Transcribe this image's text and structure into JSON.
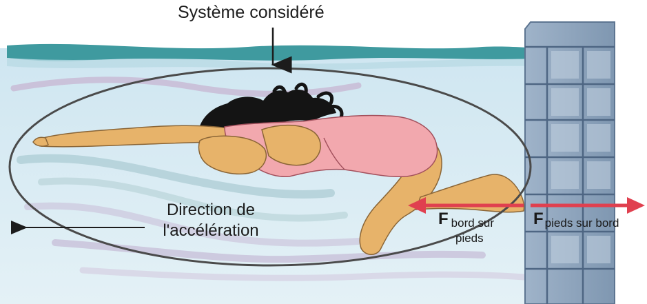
{
  "labels": {
    "system": "Système considéré",
    "direction_line1": "Direction de",
    "direction_line2": "l'accélération",
    "force_wall_on_feet_main": "F",
    "force_wall_on_feet_sub1": "bord sur",
    "force_wall_on_feet_sub2": "pieds",
    "force_feet_on_wall_main": "F",
    "force_feet_on_wall_sub": "pieds sur bord"
  },
  "colors": {
    "water": "#d6e9f2",
    "water_surface": "#3f9a9f",
    "wave": "#a9c7cf",
    "skin": "#e7b36a",
    "swimsuit": "#f2a8ae",
    "hair": "#141414",
    "wall": "#8fa6bf",
    "force_arrow": "#e0404f",
    "outline": "#4a4a4a"
  }
}
